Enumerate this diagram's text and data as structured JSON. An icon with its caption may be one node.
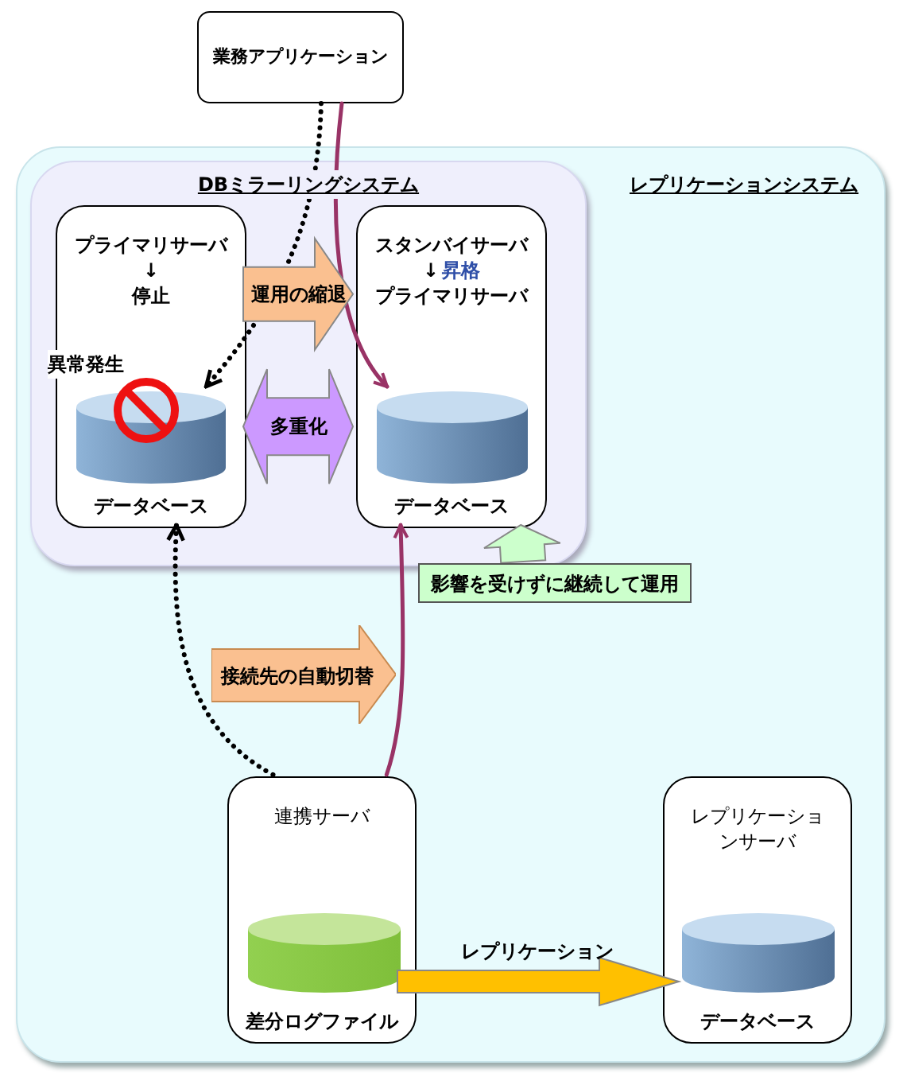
{
  "diagram": {
    "nodes": [
      {
        "text": [
          "業務アプリケーション"
        ]
      },
      {
        "text": [
          "レプリケーションシステム"
        ]
      },
      {
        "text": [
          "DBミラーリングシステム"
        ],
        "in": 1
      },
      {
        "text": [
          "プライマリサーバ",
          "↓",
          "停止",
          "データベース"
        ],
        "in": 2
      },
      {
        "text": [],
        "shape": "cylinder",
        "in": 3
      },
      {
        "text": [
          "スタンバイサーバ",
          "↓",
          "昇格",
          "プライマリサーバ",
          "データベース"
        ],
        "in": 2
      },
      {
        "text": [],
        "shape": "cylinder",
        "in": 5
      },
      {
        "text": [
          "接続先の自動切替"
        ],
        "in": 1
      },
      {
        "text": [
          "影響を受けずに継続して運用"
        ],
        "in": 1
      },
      {
        "text": [
          "連携サーバ",
          "差分ログファイル"
        ],
        "in": 1
      },
      {
        "text": [],
        "shape": "cylinder",
        "in": 9
      },
      {
        "text": [
          "レプリケーションサーバ",
          "データベース"
        ],
        "in": 1
      },
      {
        "text": [],
        "shape": "cylinder",
        "in": 11
      }
    ],
    "edges": [
      {
        "from": 0,
        "to": 4,
        "arrow": "to",
        "style": "dashed"
      },
      {
        "from": 0,
        "to": 6,
        "arrow": "to",
        "color": "#993366"
      },
      {
        "from": 9,
        "to": 3,
        "arrow": "to",
        "style": "dashed"
      },
      {
        "from": 9,
        "to": 5,
        "arrow": "to",
        "color": "#993366"
      },
      {
        "from": 3,
        "to": 5,
        "arrow": "to",
        "label": "運用の縮退",
        "style": "thick",
        "color": "#fac090"
      },
      {
        "from": 3,
        "to": 5,
        "arrow": "both",
        "label": "多重化",
        "style": "thick",
        "color": "#cc99ff"
      },
      {
        "from": 8,
        "to": 5,
        "arrow": "to",
        "style": "thick",
        "color": "#ccffcc"
      },
      {
        "from": 10,
        "to": 12,
        "arrow": "to",
        "label": "レプリケーション",
        "style": "thick",
        "color": "#ffc000"
      }
    ],
    "labels": [
      "異常発生"
    ]
  }
}
